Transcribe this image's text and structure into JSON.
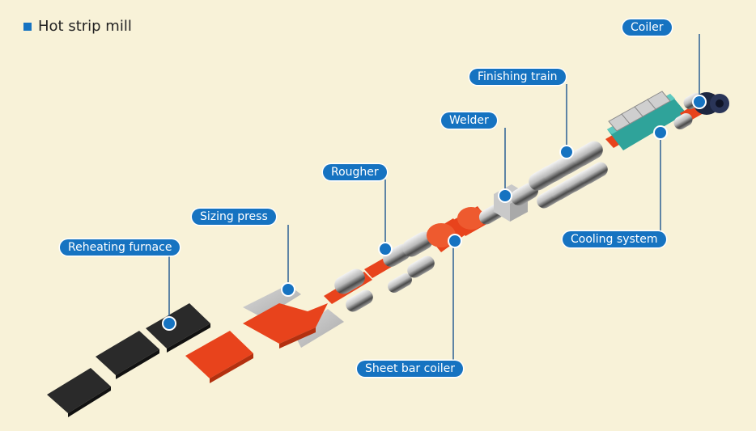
{
  "title": "Hot strip mill",
  "colors": {
    "background": "#f8f2d8",
    "accent": "#1673c1",
    "hot_steel": "#e8431c",
    "slab_dark": "#2a2a2a",
    "coil_navy": "#1c2640",
    "cooling_teal": "#2fa39a"
  },
  "labels": {
    "reheating_furnace": "Reheating furnace",
    "sizing_press": "Sizing press",
    "rougher": "Rougher",
    "welder": "Welder",
    "finishing_train": "Finishing train",
    "coiler": "Coiler",
    "cooling_system": "Cooling system",
    "sheet_bar_coiler": "Sheet bar coiler"
  }
}
